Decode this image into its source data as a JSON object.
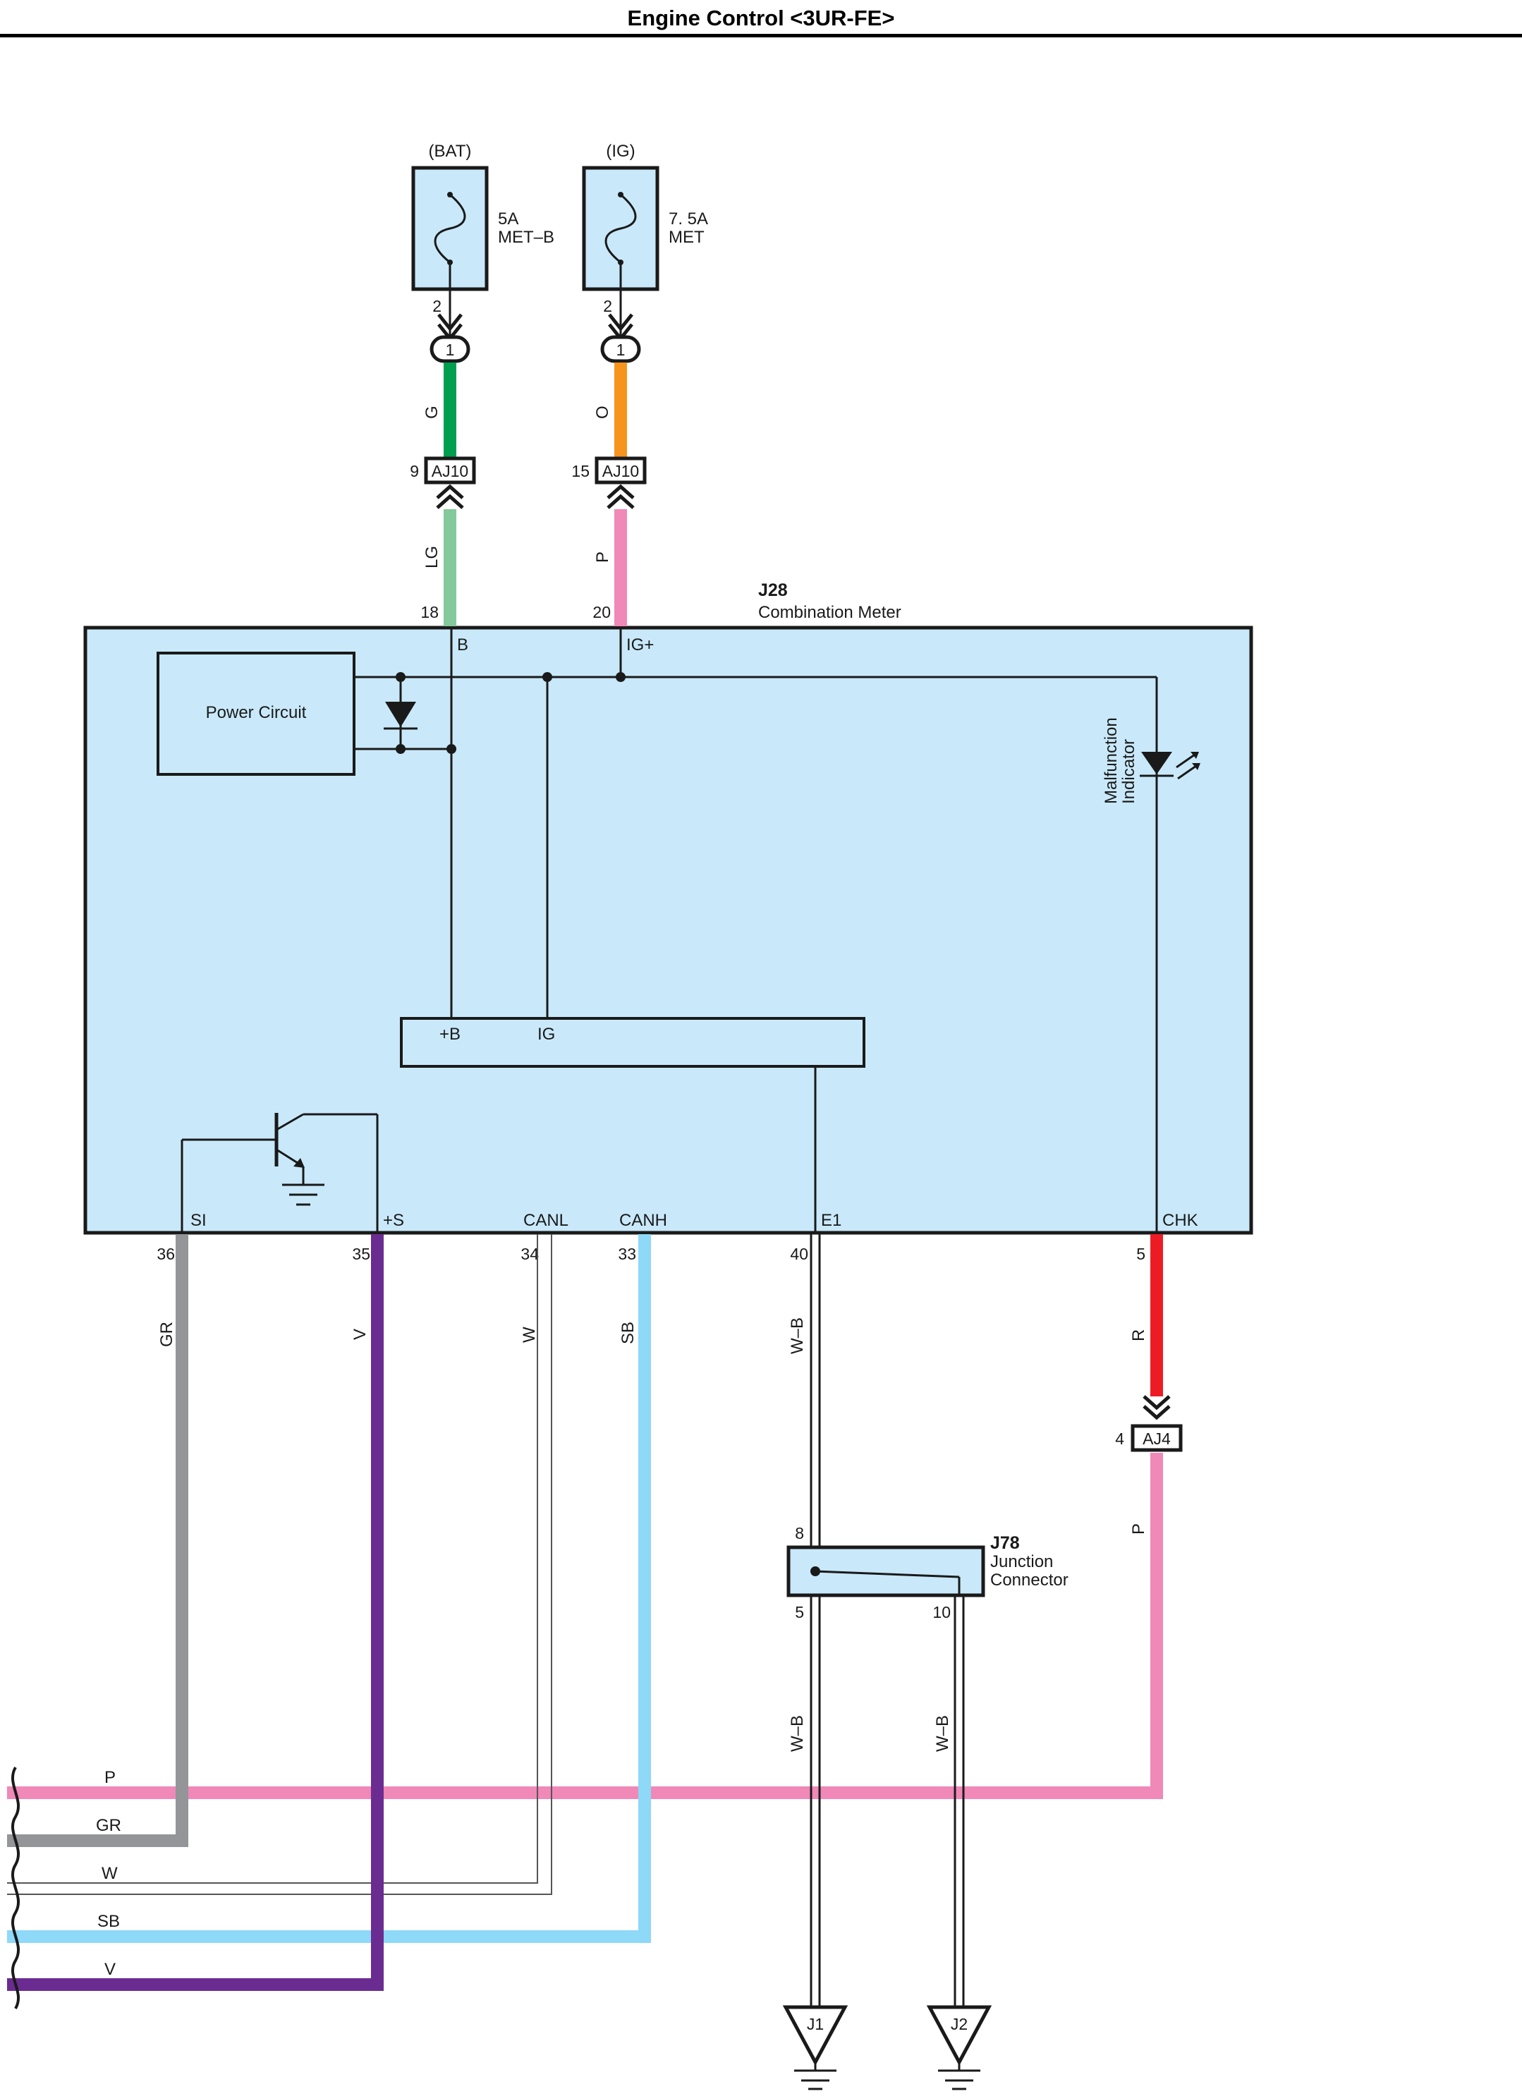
{
  "page": {
    "title": "Engine Control <3UR-FE>"
  },
  "colors": {
    "G": "#009e4f",
    "LG": "#84c99b",
    "O": "#f7941d",
    "P": "#f088b8",
    "GR": "#939598",
    "V": "#6b2c91",
    "SB": "#8ed8f8",
    "R": "#ed1c24",
    "W": "#ffffff",
    "component_fill": "#c9e9fa"
  },
  "fuses": [
    {
      "source": "(BAT)",
      "rating": "5A",
      "name": "MET–B",
      "pin": "2",
      "connector_pin": "1"
    },
    {
      "source": "(IG)",
      "rating": "7. 5A",
      "name": "MET",
      "pin": "2",
      "connector_pin": "1"
    }
  ],
  "connectors": {
    "aj10_a": {
      "name": "AJ10",
      "pin": "9"
    },
    "aj10_b": {
      "name": "AJ10",
      "pin": "15"
    },
    "aj4": {
      "name": "AJ4",
      "pin": "4"
    }
  },
  "meter": {
    "id": "J28",
    "name": "Combination Meter",
    "power_circuit": "Power Circuit",
    "malfunction_indicator": [
      "Malfunction",
      "Indicator"
    ],
    "inner_terminals": [
      "+B",
      "IG"
    ],
    "top_terminals": [
      {
        "pin": "18",
        "label": "B"
      },
      {
        "pin": "20",
        "label": "IG+"
      }
    ],
    "bottom_terminals": [
      {
        "pin": "36",
        "label": "SI"
      },
      {
        "pin": "35",
        "label": "+S"
      },
      {
        "pin": "34",
        "label": "CANL"
      },
      {
        "pin": "33",
        "label": "CANH"
      },
      {
        "pin": "40",
        "label": "E1"
      },
      {
        "pin": "5",
        "label": "CHK"
      }
    ]
  },
  "junction": {
    "id": "J78",
    "line1": "Junction",
    "line2": "Connector",
    "pin_in": "8",
    "pin_out_1": "5",
    "pin_out_2": "10"
  },
  "wires": {
    "top_fuse1": "G",
    "top_meter1": "LG",
    "top_fuse2": "O",
    "top_meter2": "P",
    "si": "GR",
    "plus_s": "V",
    "canl": "W",
    "canh": "SB",
    "e1": "W–B",
    "chk": "R",
    "chk_out": "P",
    "j1_wire": "W–B",
    "j2_wire": "W–B"
  },
  "bus": [
    "P",
    "GR",
    "W",
    "SB",
    "V"
  ],
  "grounds": [
    "J1",
    "J2"
  ]
}
